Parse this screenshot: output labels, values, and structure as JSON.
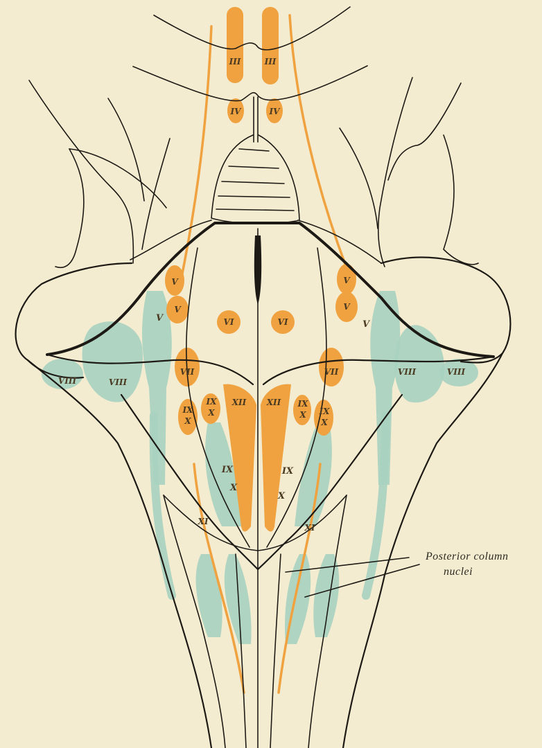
{
  "colors": {
    "background": "#f3ecd0",
    "motor_nuclei": "#efa23f",
    "sensory_nuclei": "#a9d1c0",
    "outline": "#1d1a16"
  },
  "labels": {
    "n3_left": "III",
    "n3_right": "III",
    "n4_left": "IV",
    "n4_right": "IV",
    "n5_left_upper": "V",
    "n5_left_lower": "V",
    "n5_right_upper": "V",
    "n5_right_lower": "V",
    "n5_sensory_left": "V",
    "n5_sensory_right": "V",
    "n6_left": "VI",
    "n6_right": "VI",
    "n7_left": "VII",
    "n7_right": "VII",
    "n8_left_outer": "VIII",
    "n8_left_inner": "VIII",
    "n8_right_inner": "VIII",
    "n8_right_outer": "VIII",
    "n12_left": "XII",
    "n12_right": "XII",
    "n9_left_outer": "IX",
    "n10_left_outer": "X",
    "n9_left_inner": "IX",
    "n10_left_inner": "X",
    "n9_right_inner": "IX",
    "n10_right_inner": "X",
    "n9_right_outer": "IX",
    "n10_right_outer": "X",
    "n9_sensory_left": "IX",
    "n10_sensory_left": "X",
    "n9_sensory_right": "IX",
    "n10_sensory_right": "X",
    "n11_left": "XI",
    "n11_right": "XI"
  },
  "caption": {
    "line1": "Posterior column",
    "line2": "nuclei"
  }
}
